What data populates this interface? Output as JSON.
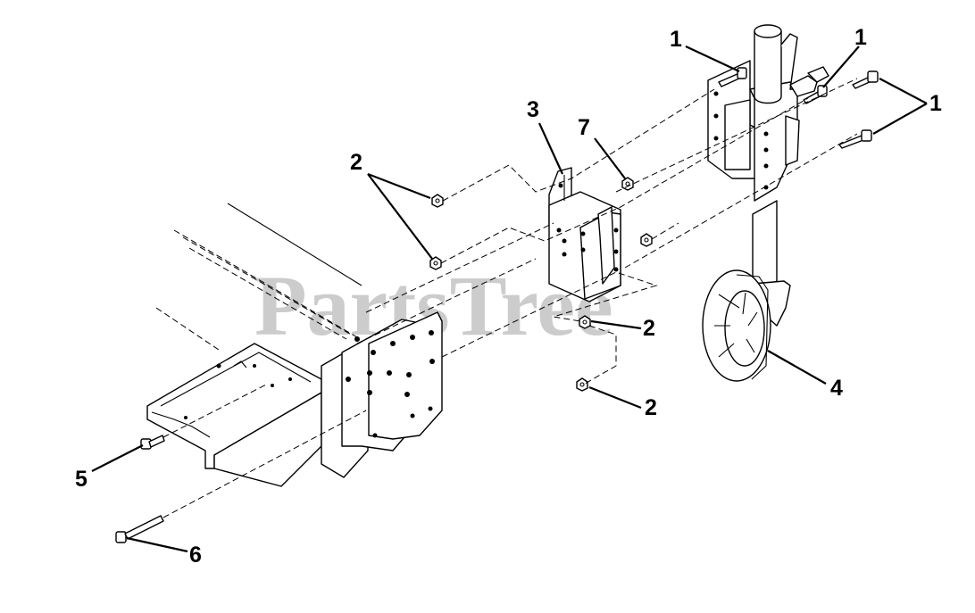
{
  "watermark": "PartsTree",
  "callouts": [
    {
      "id": "c1a",
      "label": "1"
    },
    {
      "id": "c1b",
      "label": "1"
    },
    {
      "id": "c1c",
      "label": "1"
    },
    {
      "id": "c2a",
      "label": "2"
    },
    {
      "id": "c2b",
      "label": "2"
    },
    {
      "id": "c2c",
      "label": "2"
    },
    {
      "id": "c3",
      "label": "3"
    },
    {
      "id": "c4",
      "label": "4"
    },
    {
      "id": "c5",
      "label": "5"
    },
    {
      "id": "c6",
      "label": "6"
    },
    {
      "id": "c7",
      "label": "7"
    }
  ]
}
